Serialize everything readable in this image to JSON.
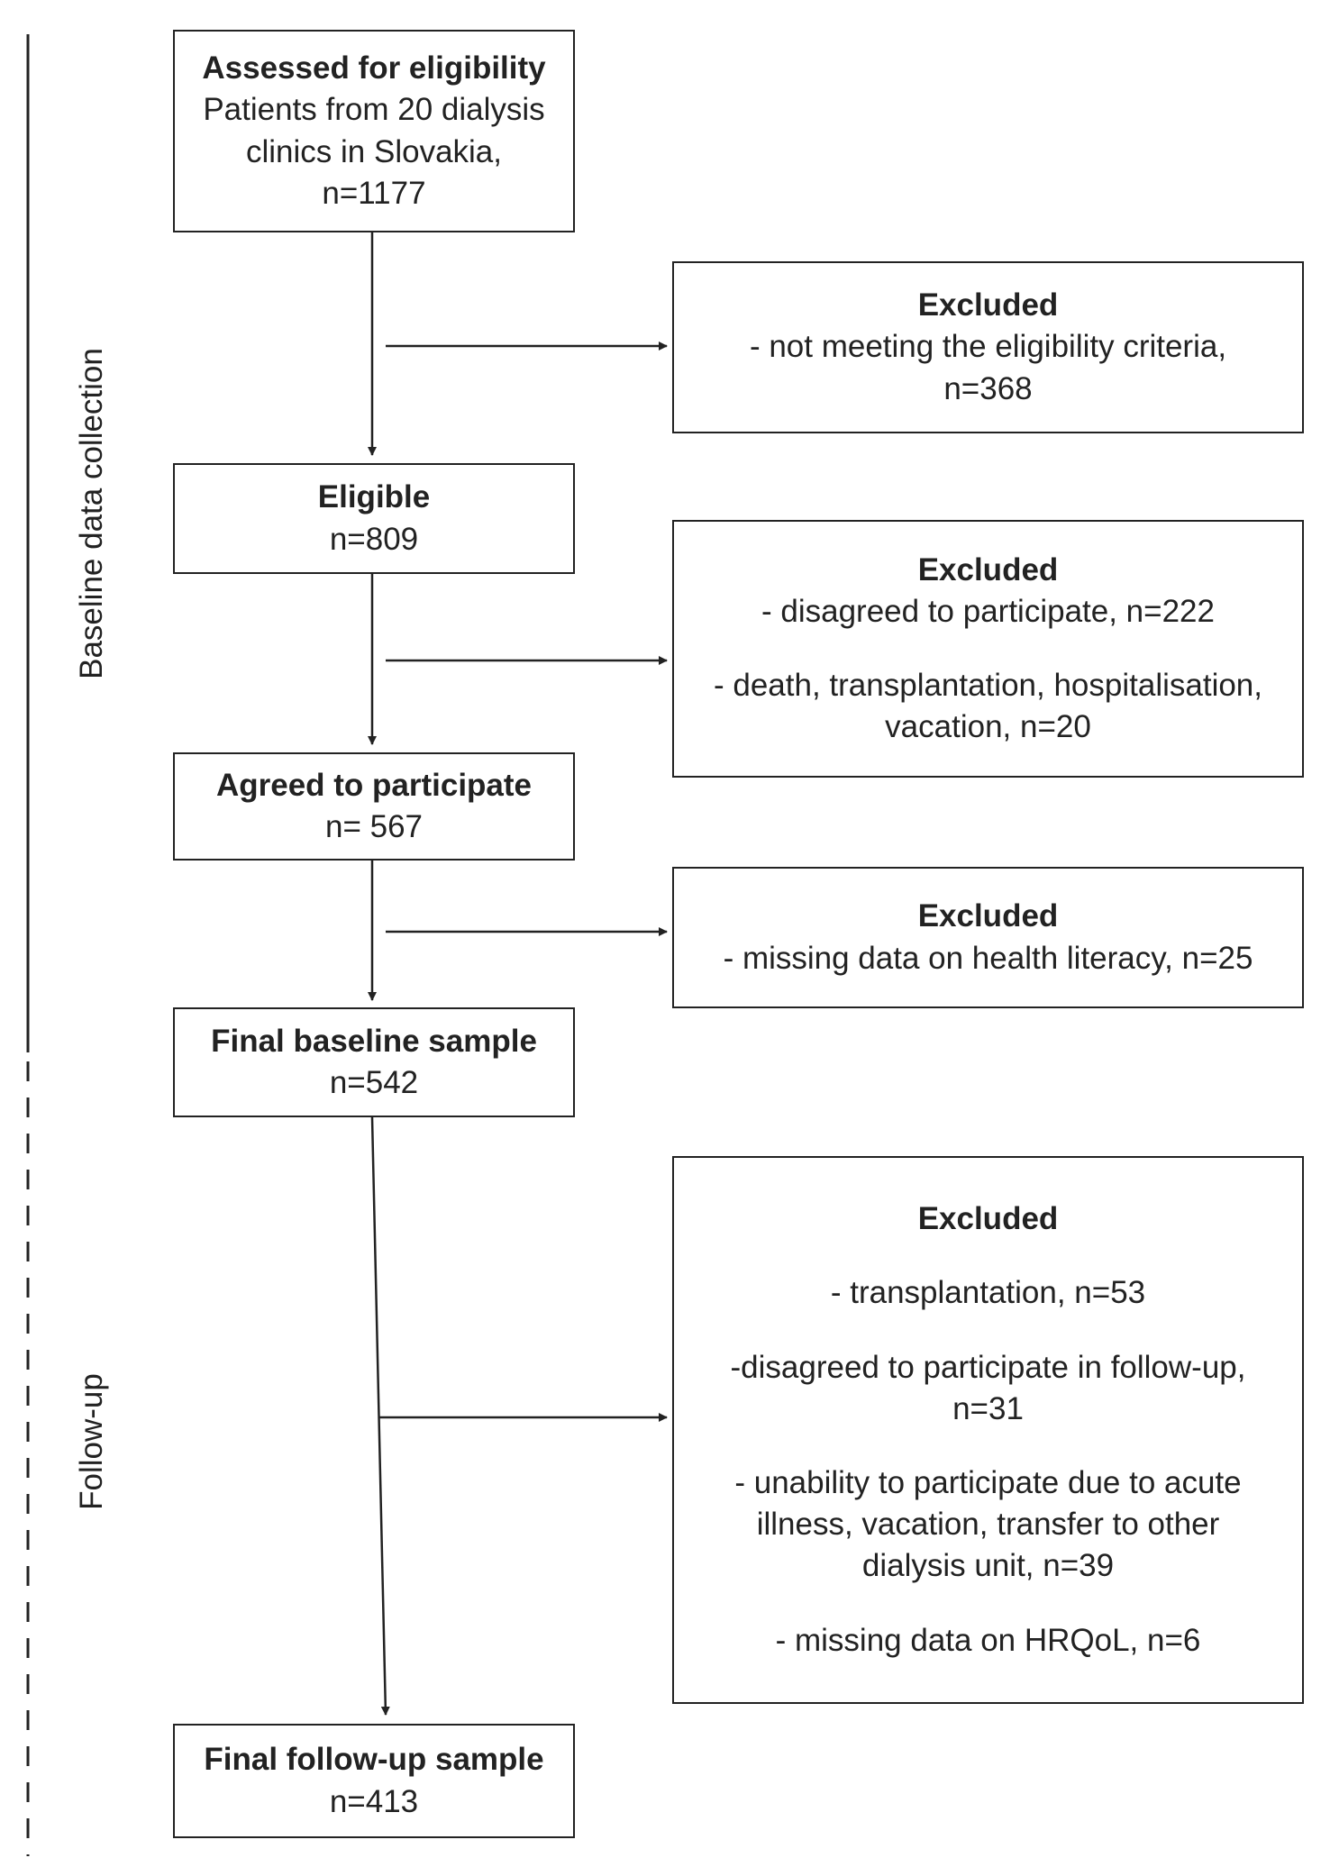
{
  "stages": {
    "baseline_label": "Baseline data collection",
    "followup_label": "Follow-up"
  },
  "main_flow": [
    {
      "id": "assessed",
      "title": "Assessed for eligibility",
      "lines": [
        "Patients from 20 dialysis",
        "clinics in Slovakia,",
        "n=1177"
      ]
    },
    {
      "id": "eligible",
      "title": "Eligible",
      "lines": [
        "n=809"
      ]
    },
    {
      "id": "agreed",
      "title": "Agreed to participate",
      "lines": [
        "n= 567"
      ]
    },
    {
      "id": "final-baseline",
      "title": "Final baseline sample",
      "lines": [
        "n=542"
      ]
    },
    {
      "id": "final-followup",
      "title": "Final follow-up sample",
      "lines": [
        "n=413"
      ]
    }
  ],
  "exclusions": [
    {
      "id": "excluded-1",
      "title": "Excluded",
      "lines": [
        "- not meeting the eligibility criteria,",
        "n=368"
      ]
    },
    {
      "id": "excluded-2",
      "title": "Excluded",
      "lines": [
        "- disagreed to participate, n=222",
        "- death, transplantation, hospitalisation,",
        "vacation, n=20"
      ]
    },
    {
      "id": "excluded-3",
      "title": "Excluded",
      "lines": [
        "- missing data on health literacy, n=25"
      ]
    },
    {
      "id": "excluded-4",
      "title": "Excluded",
      "lines": [
        "- transplantation, n=53",
        "-disagreed to participate in follow-up,",
        "n=31",
        "- unability to participate due to acute",
        "illness, vacation, transfer to other",
        "dialysis unit, n=39",
        "- missing data on HRQoL, n=6"
      ]
    }
  ]
}
